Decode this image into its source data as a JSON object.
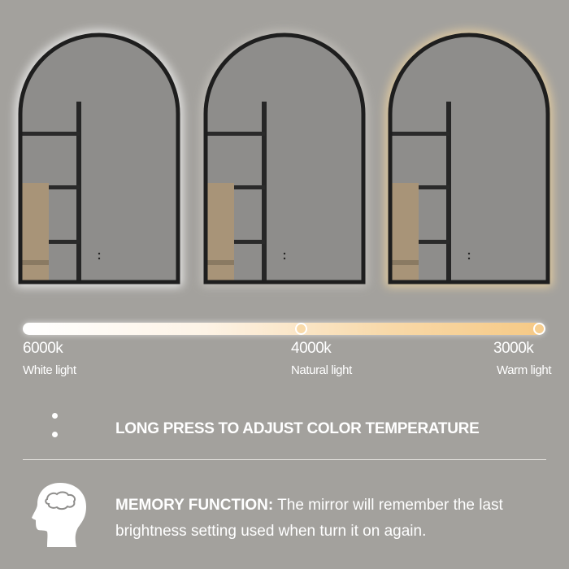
{
  "mirrors": [
    {
      "glow": "#ffffff"
    },
    {
      "glow": "#c9c6c0"
    },
    {
      "glow": "#f7d9a0"
    }
  ],
  "temperature_scale": {
    "stops": [
      {
        "value": "6000k",
        "label": "White light",
        "fraction": 0
      },
      {
        "value": "4000k",
        "label": "Natural light",
        "fraction": 0.53
      },
      {
        "value": "3000k",
        "label": "Warm light",
        "fraction": 1
      }
    ]
  },
  "instruction": "LONG PRESS TO ADJUST COLOR TEMPERATURE",
  "memory": {
    "title": "MEMORY FUNCTION:",
    "text": " The mirror will remember the last brightness setting used when turn it on again."
  },
  "colors": {
    "background": "#a3a19d",
    "frame": "#1e1e1e",
    "glass": "#8e8d8b"
  }
}
